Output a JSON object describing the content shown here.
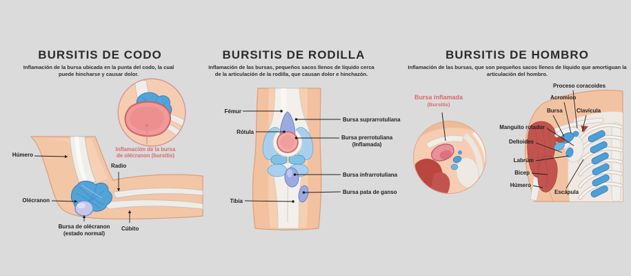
{
  "colors": {
    "background": "#dbdbdb",
    "accent_red": "#d9696d",
    "skin": "#f3c6a6",
    "bone": "#f1eeea",
    "capsule_blue": "#54a3d8",
    "bursa_periwinkle": "#9cabdf",
    "inflamed_pink": "#f0a1a1",
    "muscle_red": "#c25450"
  },
  "panels": {
    "codo": {
      "title": "BURSITIS DE CODO",
      "subtitle": "Inflamación de la bursa ubicada en la punta del codo, la cual puede hincharse y causar dolor.",
      "labels": {
        "humero": "Húmero",
        "radio": "Radio",
        "olecranon": "Olécranon",
        "bursa_normal_1": "Bursa de olécranon",
        "bursa_normal_2": "(estado normal)",
        "cubito": "Cúbito",
        "inflamacion_1": "Inflamación de la bursa",
        "inflamacion_2": "de olécranon (bursitis)"
      }
    },
    "rodilla": {
      "title": "BURSITIS DE RODILLA",
      "subtitle": "Inflamación de las bursas, pequeños sacos llenos de líquido cerca de la articulación de la rodilla, que causan dolor e hinchazón.",
      "labels": {
        "femur": "Fémur",
        "rotula": "Rótula",
        "tibia": "Tibia",
        "suprarrotuliana": "Bursa suprarrotuliana",
        "prerrotuliana_1": "Bursa prerrotuliana",
        "prerrotuliana_2": "(Inflamada)",
        "infrarrotuliana": "Bursa infrarrotuliana",
        "pata_de_ganso": "Bursa pata de ganso"
      }
    },
    "hombro": {
      "title": "BURSITIS DE HOMBRO",
      "subtitle": "Inflamación de las bursas, que son pequeños sacos llenos de líquido que amortiguan la articulación del hombro.",
      "labels": {
        "bursa_inflamada_1": "Bursa inflamada",
        "bursa_inflamada_2": "(Bursitis)",
        "proceso_coracoides": "Proceso coracoides",
        "acromion": "Acromion",
        "bursa": "Bursa",
        "clavicula": "Clavícula",
        "manguito_rotador": "Manguito rotador",
        "deltoides": "Deltoides",
        "labrum": "Labrúm",
        "bicep": "Bicep",
        "humero": "Húmero",
        "escapula": "Escápula"
      }
    }
  }
}
